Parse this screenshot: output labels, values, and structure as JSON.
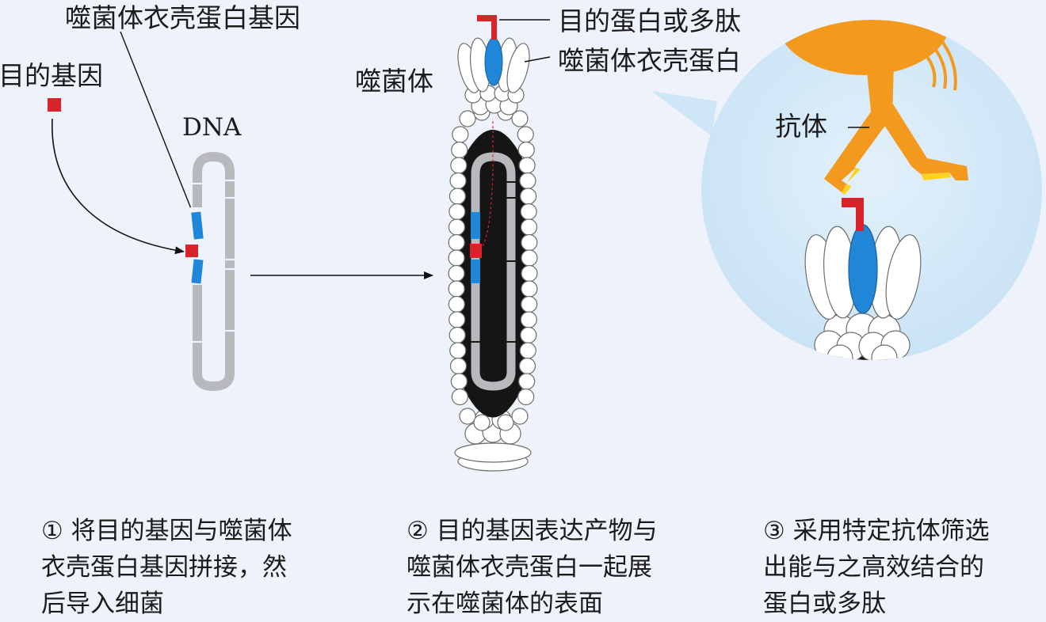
{
  "labels": {
    "coat_gene": "噬菌体衣壳蛋白基因",
    "target_gene": "目的基因",
    "dna": "DNA",
    "phage": "噬菌体",
    "target_protein": "目的蛋白或多肽",
    "coat_protein": "噬菌体衣壳蛋白",
    "antibody": "抗体"
  },
  "captions": {
    "step1": [
      "① 将目的基因与噬菌体",
      "衣壳蛋白基因拼接，然",
      "后导入细菌"
    ],
    "step2": [
      "② 目的基因表达产物与",
      "噬菌体衣壳蛋白一起展",
      "示在噬菌体的表面"
    ],
    "step3": [
      "③ 采用特定抗体筛选",
      "出能与之高效结合的",
      "蛋白或多肽"
    ]
  },
  "colors": {
    "background": "#eef3fb",
    "target_gene_red": "#d8232a",
    "coat_gene_blue": "#1f86d8",
    "dna_gray": "#b7b9bc",
    "phage_body": "#151515",
    "antibody_orange": "#f39a1e",
    "antibody_highlight": "#ffd21f",
    "zoom_circle": "#cfe6f7"
  }
}
